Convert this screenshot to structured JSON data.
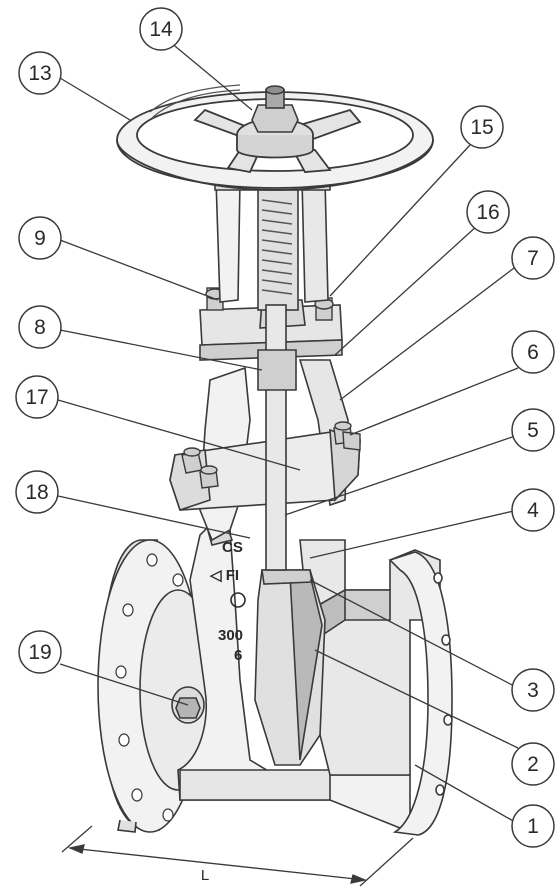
{
  "callouts": [
    {
      "label": "1"
    },
    {
      "label": "2"
    },
    {
      "label": "3"
    },
    {
      "label": "4"
    },
    {
      "label": "5"
    },
    {
      "label": "6"
    },
    {
      "label": "7"
    },
    {
      "label": "8"
    },
    {
      "label": "9"
    },
    {
      "label": "13"
    },
    {
      "label": "14"
    },
    {
      "label": "15"
    },
    {
      "label": "16"
    },
    {
      "label": "17"
    },
    {
      "label": "18"
    },
    {
      "label": "19"
    }
  ],
  "body_markings": {
    "line1": "CS",
    "line2": "◁ FI",
    "line3": "300",
    "line4": "6"
  },
  "dimension": {
    "label": "L"
  },
  "colors": {
    "line": "#3a3a3a",
    "fill": "#f2f2f2",
    "shade": "#d9d9d9",
    "dark": "#7a7a7a"
  }
}
